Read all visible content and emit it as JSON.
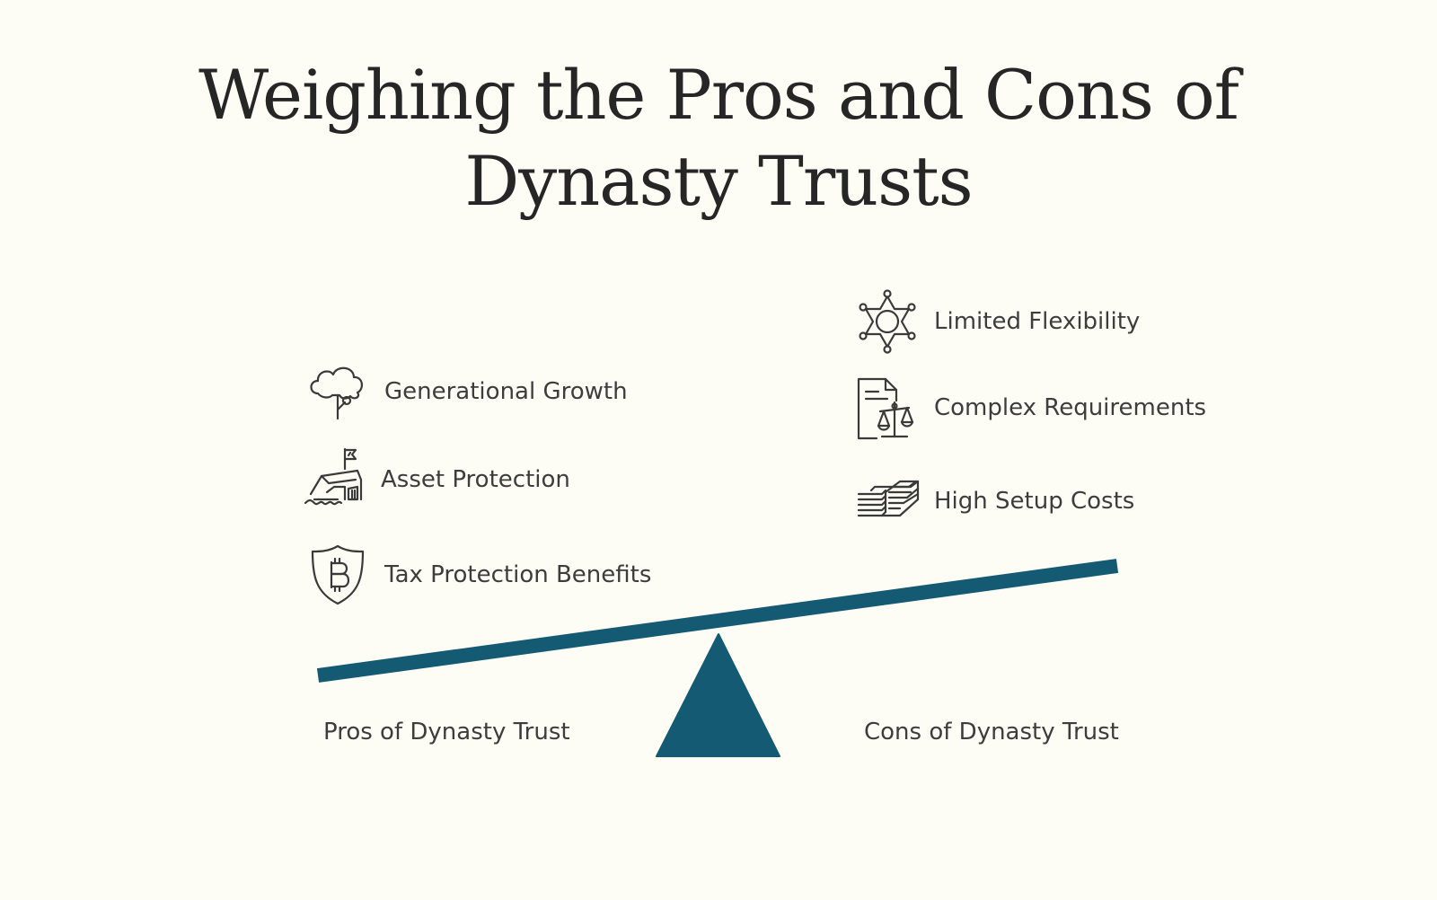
{
  "title": {
    "line1": "Weighing the Pros and Cons of",
    "line2": "Dynasty Trusts"
  },
  "pros": {
    "label": "Pros of Dynasty Trust",
    "items": [
      {
        "label": "Generational  Growth",
        "icon": "cloud-tree-icon"
      },
      {
        "label": "Asset Protection",
        "icon": "castle-flag-icon"
      },
      {
        "label": "Tax Protection  Benefits",
        "icon": "bitcoin-shield-icon"
      }
    ]
  },
  "cons": {
    "label": "Cons of Dynasty Trust",
    "items": [
      {
        "label": "Limited  Flexibility",
        "icon": "star-network-icon"
      },
      {
        "label": "Complex  Requirements",
        "icon": "document-scales-icon"
      },
      {
        "label": "High Setup  Costs",
        "icon": "money-stack-icon"
      }
    ]
  },
  "colors": {
    "background": "#fdfdf6",
    "scale": "#145a73",
    "text": "#3d3d3d",
    "title": "#262626"
  }
}
